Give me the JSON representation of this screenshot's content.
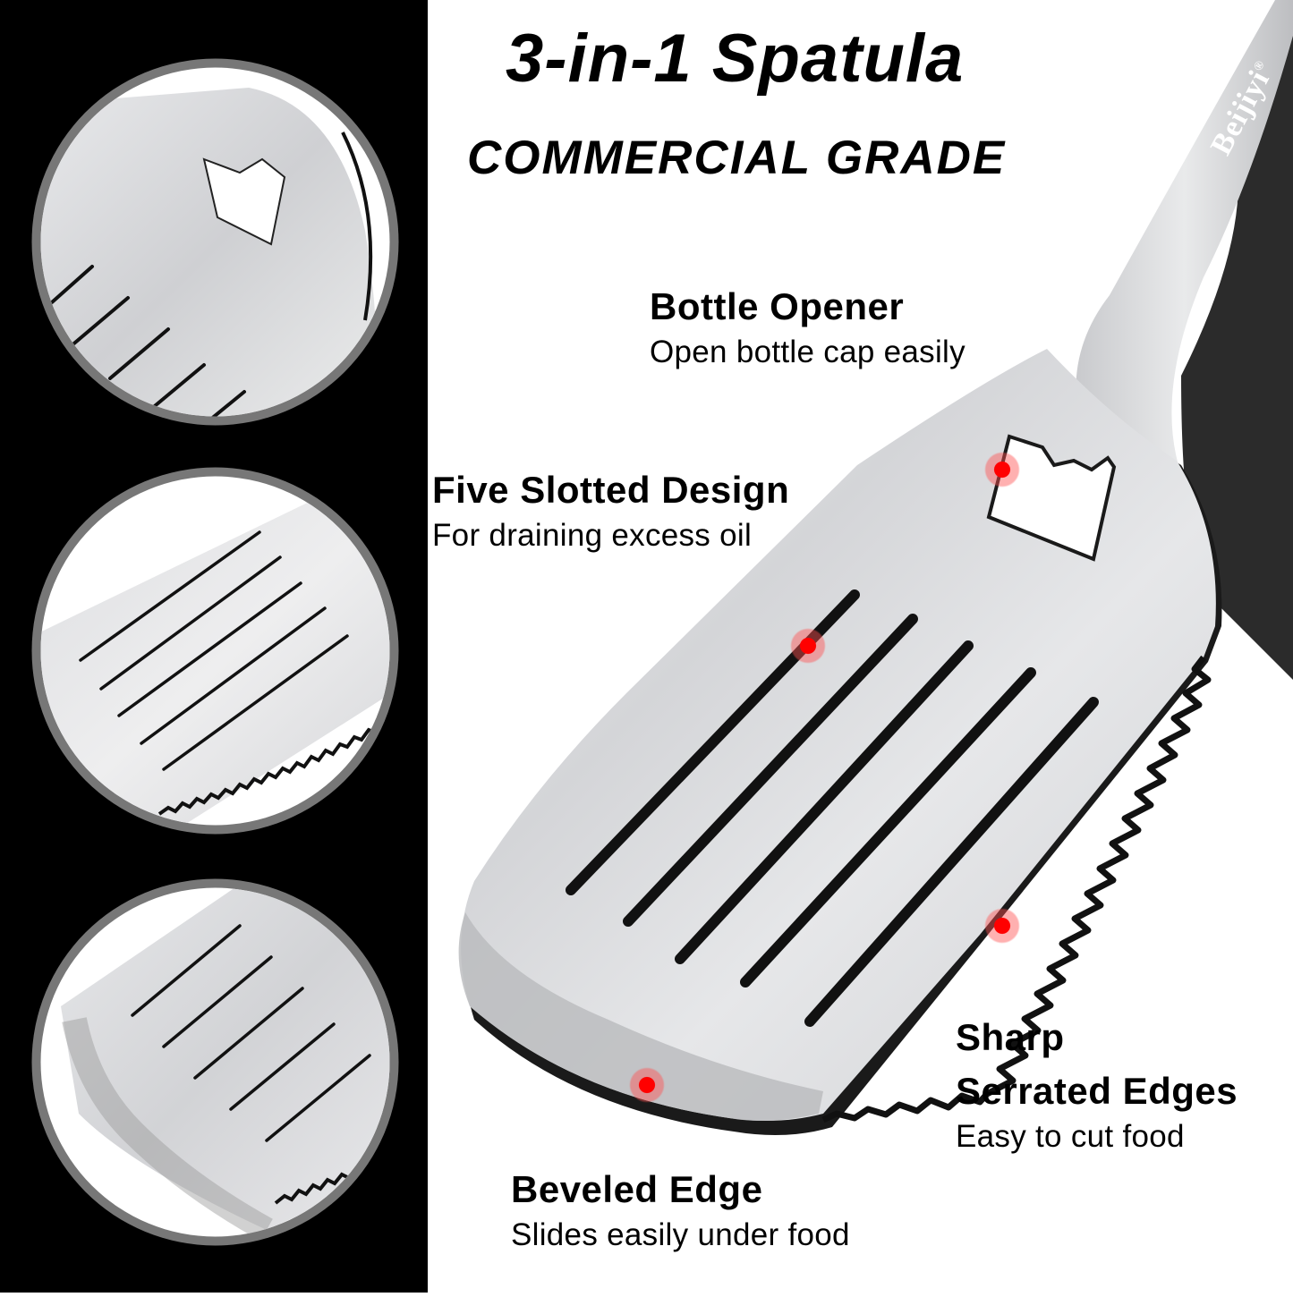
{
  "heading": {
    "title": "3-in-1 Spatula",
    "subtitle": "COMMERCIAL GRADE"
  },
  "brand": {
    "name": "Beijiyi",
    "mark": "®"
  },
  "features": [
    {
      "title": "Bottle Opener",
      "description": "Open bottle cap easily"
    },
    {
      "title": "Five Slotted Design",
      "description": "For draining excess oil"
    },
    {
      "title": "Sharp",
      "title_line2": "Serrated Edges",
      "description": "Easy to cut food"
    },
    {
      "title": "Beveled Edge",
      "description": "Slides easily under food"
    }
  ],
  "detail_views": [
    "bottle-opener-closeup",
    "slotted-design-closeup",
    "beveled-edge-closeup"
  ],
  "colors": {
    "background": "#ffffff",
    "left_panel": "#000000",
    "circle_ring": "#7a7a7a",
    "steel": "#d9dadc",
    "hotspot": "#ff0000",
    "text": "#000000"
  }
}
